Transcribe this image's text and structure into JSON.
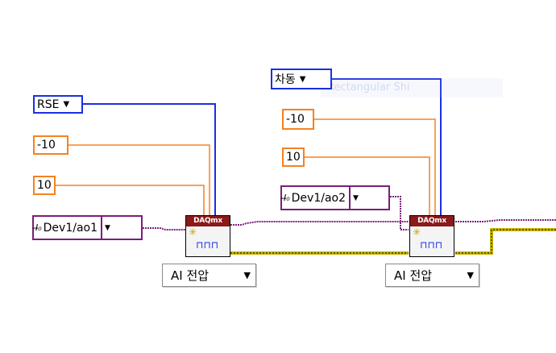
{
  "diagram": {
    "colors": {
      "numeric": "#f58220",
      "enum": "#1a30e0",
      "io": "#7a1f7a",
      "error_wire": "#c7b300",
      "daqmx_header": "#8b1a1a"
    },
    "ghost_label": "Rectangular Shi",
    "left": {
      "terminal_config": "RSE",
      "min_value": "-10",
      "max_value": "10",
      "physical_channel": "Dev1/ao1",
      "vi_header": "DAQmx",
      "vi_icon": "create-channel-icon",
      "polymorphic_selector": "AI 전압"
    },
    "right": {
      "terminal_config": "차동",
      "min_value": "-10",
      "max_value": "10",
      "physical_channel": "Dev1/ao2",
      "vi_header": "DAQmx",
      "vi_icon": "create-channel-icon",
      "polymorphic_selector": "AI 전압"
    }
  }
}
